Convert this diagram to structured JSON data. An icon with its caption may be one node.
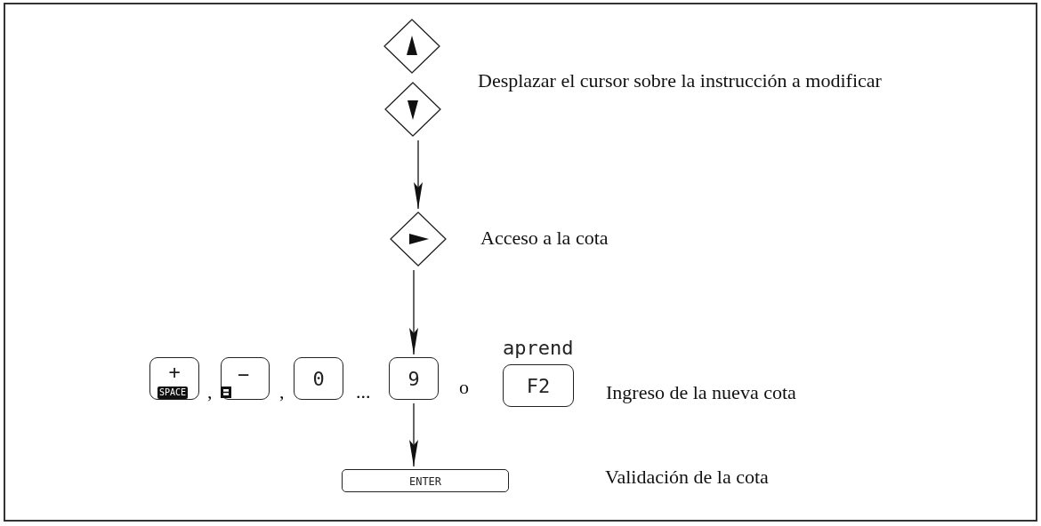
{
  "diagram": {
    "nodes": [
      {
        "text": [],
        "shape": "diamond"
      },
      {
        "text": [],
        "shape": "diamond"
      },
      {
        "text": [],
        "shape": "diamond"
      },
      {
        "text": [
          "+",
          "SPACE"
        ]
      },
      {
        "text": [
          "−"
        ]
      },
      {
        "text": [
          "0"
        ]
      },
      {
        "text": [
          "9"
        ]
      },
      {
        "text": [
          "F2"
        ],
        "beside": [
          "aprend"
        ]
      },
      {
        "text": [
          "ENTER"
        ]
      }
    ],
    "edges": [
      {
        "from": 1,
        "to": 2,
        "arrow": "to"
      },
      {
        "from": 2,
        "to": 6,
        "arrow": "to"
      },
      {
        "from": 6,
        "to": 8,
        "arrow": "to"
      }
    ],
    "labels": [
      "Desplazar el cursor sobre la instrucción a modificar",
      "Acceso a la cota",
      ",",
      ",",
      "...",
      "o",
      "Ingreso de la nueva cota",
      "Validación de la cota"
    ]
  }
}
